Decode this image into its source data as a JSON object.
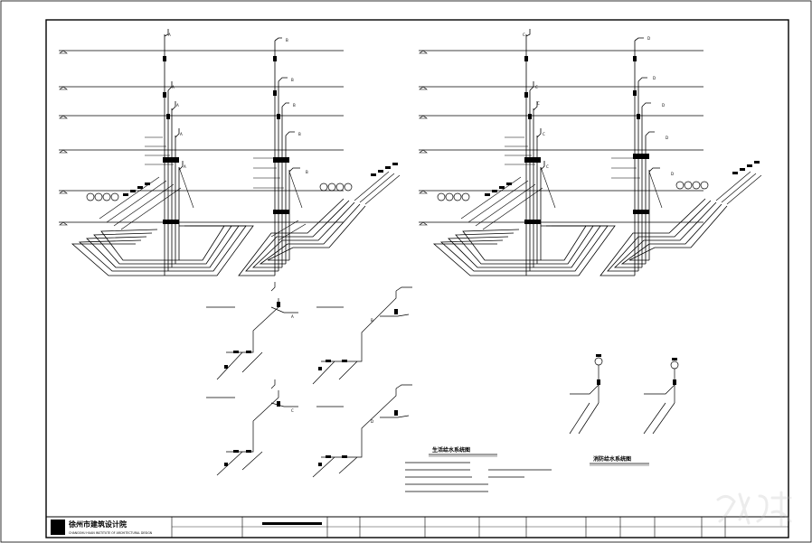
{
  "drawing": {
    "riser_labels": {
      "left": [
        "A",
        "A",
        "A",
        "A",
        "A",
        "B",
        "B",
        "B",
        "B",
        "B"
      ],
      "right": [
        "C",
        "C",
        "C",
        "C",
        "C",
        "D",
        "D",
        "D",
        "D",
        "D"
      ]
    },
    "detail_markers": [
      "A",
      "B",
      "C",
      "D"
    ],
    "captions": {
      "caption_1": "生活给水系统图",
      "caption_2": "消防给水系统图"
    }
  },
  "title_block": {
    "company_name": "徐州市建筑设计院",
    "company_name_en": "CHANGSHU HUAN INSTITUTE OF ARCHITECTURAL DESIGN"
  },
  "colors": {
    "ink": "#000000",
    "paper": "#ffffff",
    "watermark": "#b8b8b8"
  }
}
